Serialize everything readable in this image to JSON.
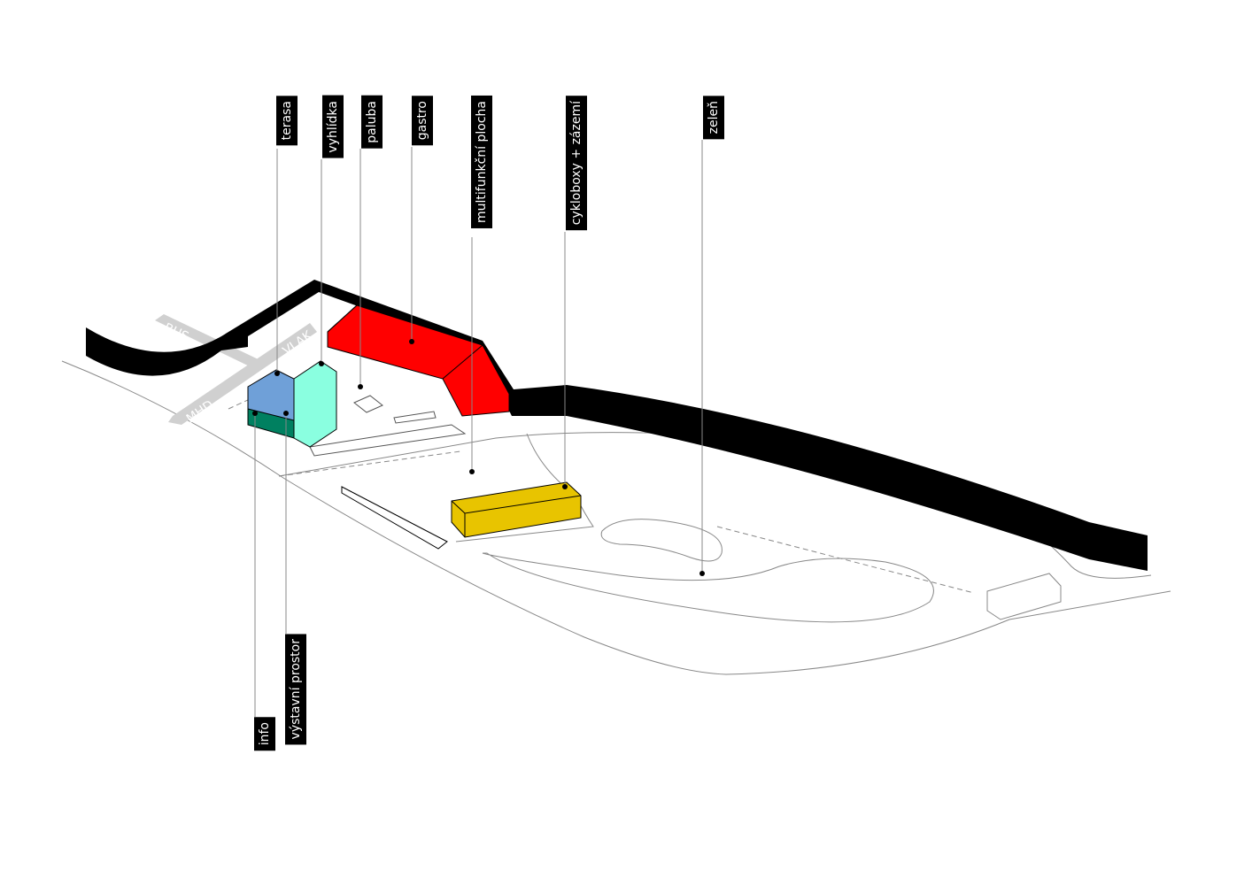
{
  "labels": {
    "terasa": "terasa",
    "vyhlidka": "vyhlídka",
    "paluba": "paluba",
    "gastro": "gastro",
    "multifunkcni": "multifunkční plocha",
    "cykloboxy": "cykloboxy + zázemí",
    "zelen": "zeleň",
    "info": "info",
    "vystavni": "výstavní prostor"
  },
  "arrows": {
    "bus": "BUS",
    "vlak": "VLAK",
    "mhd": "MHD"
  },
  "colors": {
    "gastro": "#ff0000",
    "terasa": "#6fa0d8",
    "vyhlidka": "#8affe0",
    "info": "#008060",
    "cyklo": "#e8c400",
    "wall": "#000000",
    "arrow": "#d0d0d0"
  }
}
